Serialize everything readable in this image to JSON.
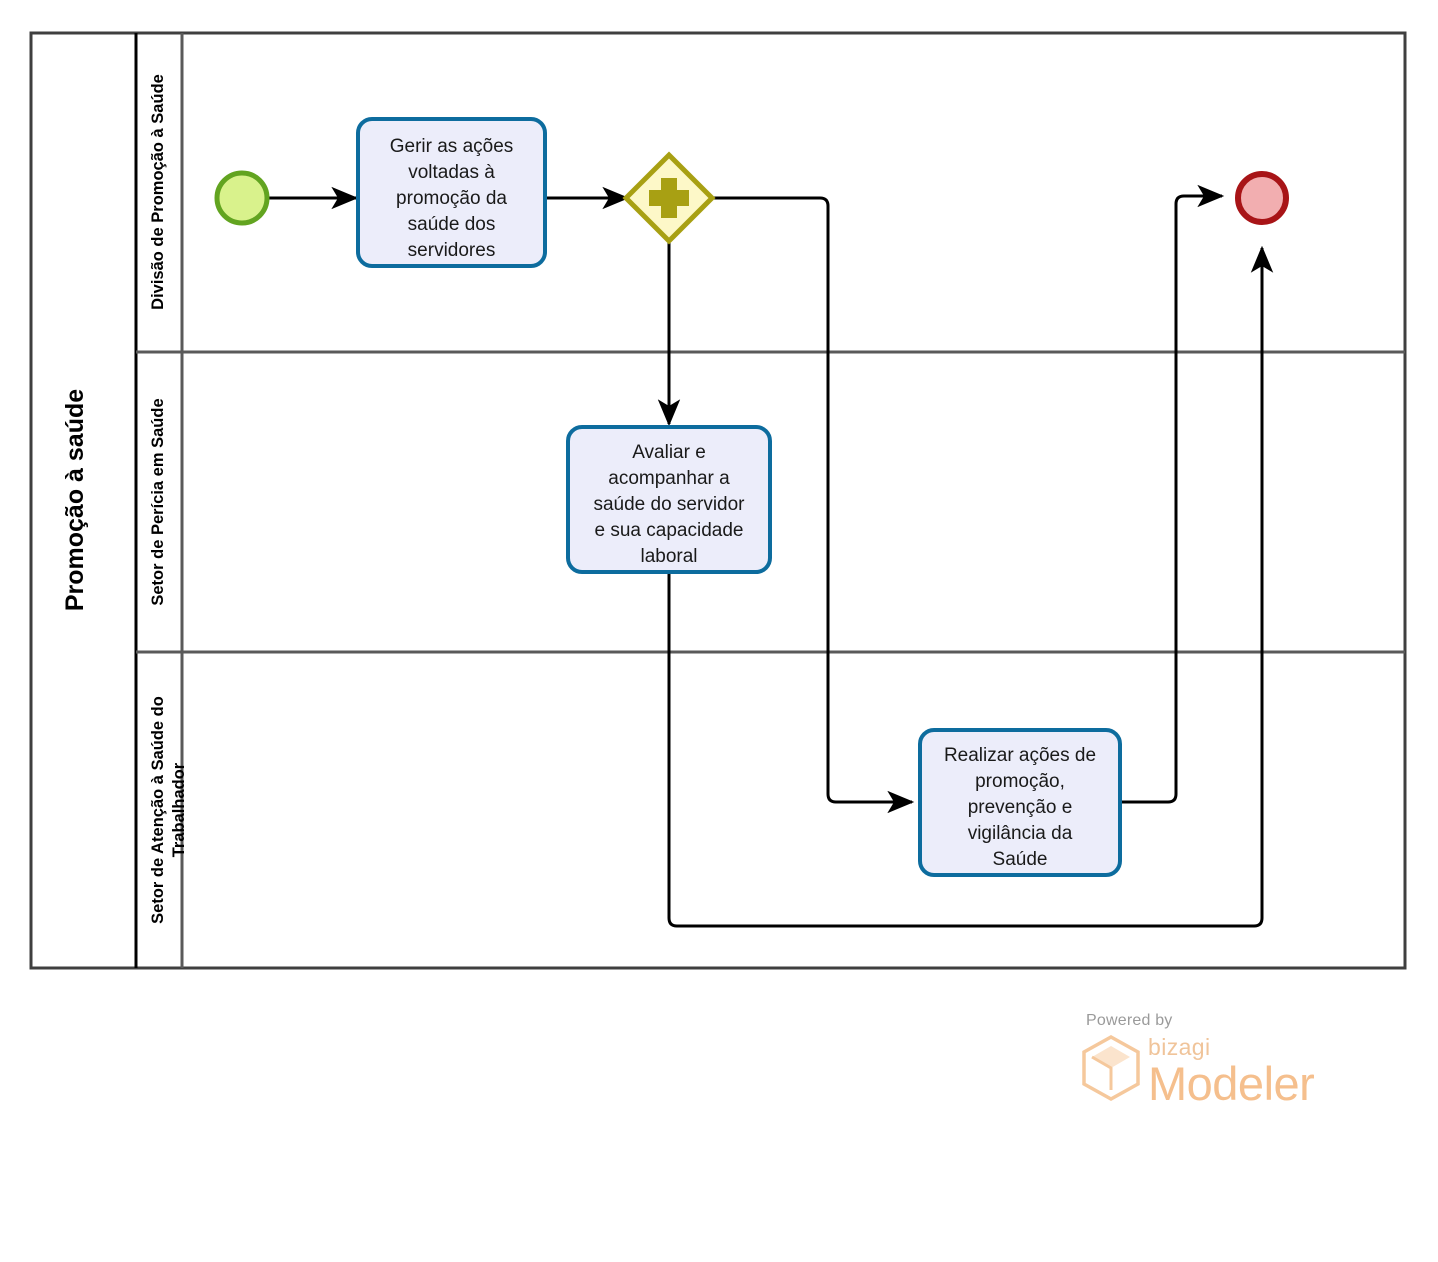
{
  "diagram": {
    "type": "bpmn-process",
    "pool": {
      "label": "Promoção à saúde",
      "lanes": [
        {
          "id": "lane-1",
          "label": "Divisão de Promoção à Saúde"
        },
        {
          "id": "lane-2",
          "label": "Setor de Perícia em Saúde"
        },
        {
          "id": "lane-3",
          "label": "Setor de Atenção à Saúde do Trabalhador"
        }
      ]
    },
    "nodes": {
      "start_event": {
        "name": "start-event",
        "shape": "circle",
        "lane": "lane-1",
        "fill": "#d9f28c",
        "stroke": "#62a420"
      },
      "task_1": {
        "name": "task-gerir-acoes",
        "shape": "task",
        "lane": "lane-1",
        "lines": [
          "Gerir as ações",
          "voltadas à",
          "promoção da",
          "saúde dos",
          "servidores"
        ],
        "fill": "#ecedfa",
        "stroke": "#0d6c9e"
      },
      "gateway_1": {
        "name": "parallel-gateway",
        "shape": "diamond",
        "marker": "plus",
        "lane": "lane-1",
        "fill": "#fdf8c8",
        "stroke": "#a8a013"
      },
      "task_2": {
        "name": "task-avaliar-acompanhar",
        "shape": "task",
        "lane": "lane-2",
        "lines": [
          "Avaliar e",
          "acompanhar a",
          "saúde do servidor",
          "e sua capacidade",
          "laboral"
        ],
        "fill": "#ecedfa",
        "stroke": "#0d6c9e"
      },
      "task_3": {
        "name": "task-realizar-acoes",
        "shape": "task",
        "lane": "lane-3",
        "lines": [
          "Realizar ações de",
          "promoção,",
          "prevenção e",
          "vigilância da",
          "Saúde"
        ],
        "fill": "#ecedfa",
        "stroke": "#0d6c9e"
      },
      "end_event": {
        "name": "end-event",
        "shape": "circle",
        "lane": "lane-1",
        "fill": "#f2aeb0",
        "stroke": "#a81417"
      }
    },
    "flows": [
      {
        "name": "flow-start-to-task1",
        "from": "start_event",
        "to": "task_1"
      },
      {
        "name": "flow-task1-to-gateway",
        "from": "task_1",
        "to": "gateway_1"
      },
      {
        "name": "flow-gateway-to-task2",
        "from": "gateway_1",
        "to": "task_2"
      },
      {
        "name": "flow-gateway-to-task3",
        "from": "gateway_1",
        "to": "task_3"
      },
      {
        "name": "flow-task3-to-end",
        "from": "task_3",
        "to": "end_event"
      },
      {
        "name": "flow-task2-to-end",
        "from": "task_2",
        "to": "end_event"
      }
    ]
  },
  "footer": {
    "powered_by": "Powered by",
    "brand": "bizagi",
    "product": "Modeler"
  }
}
